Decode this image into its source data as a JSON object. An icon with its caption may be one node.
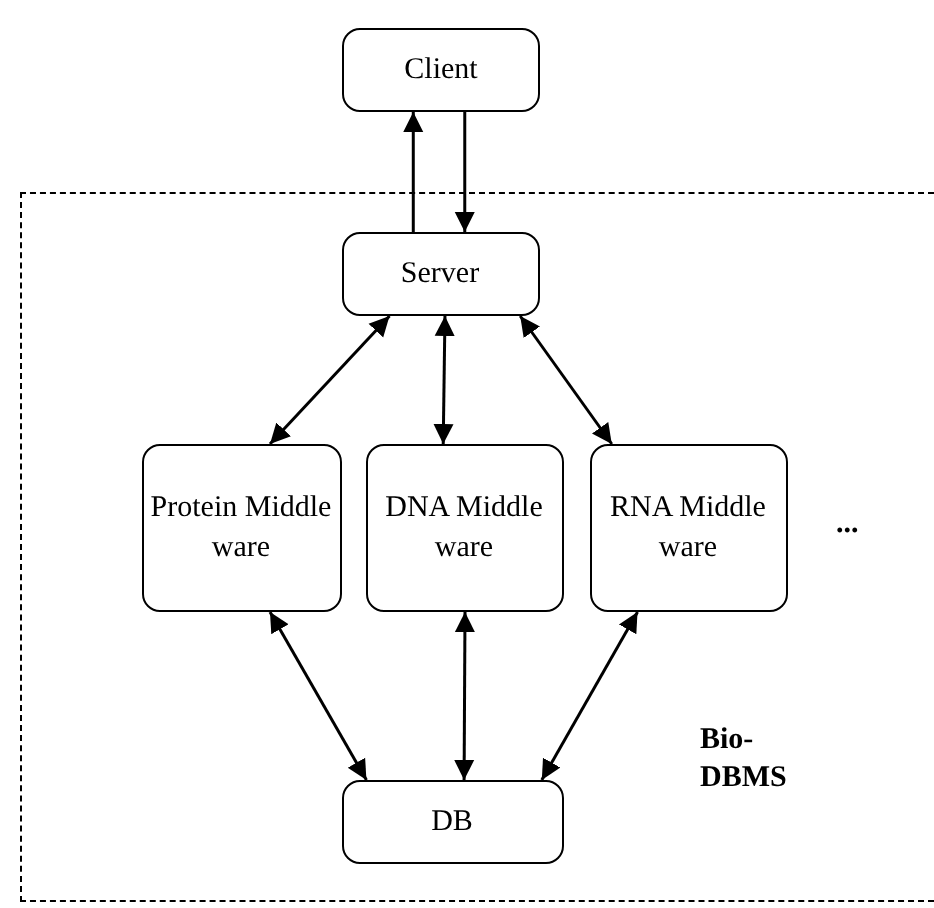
{
  "diagram": {
    "nodes": [
      {
        "text": [
          "Client"
        ]
      },
      {
        "text": [
          "Bio- DBMS"
        ]
      },
      {
        "text": [
          "Server"
        ],
        "in": 1
      },
      {
        "text": [
          "Protein Middle ware"
        ],
        "in": 1
      },
      {
        "text": [
          "DNA Middle ware"
        ],
        "in": 1
      },
      {
        "text": [
          "RNA Middle ware"
        ],
        "in": 1
      },
      {
        "text": [
          "DB"
        ],
        "in": 1
      }
    ],
    "edges": [
      {
        "from": 2,
        "to": 0,
        "arrow": "to"
      },
      {
        "from": 0,
        "to": 2,
        "arrow": "to"
      },
      {
        "from": 2,
        "to": 3,
        "arrow": "both"
      },
      {
        "from": 2,
        "to": 4,
        "arrow": "both"
      },
      {
        "from": 2,
        "to": 5,
        "arrow": "both"
      },
      {
        "from": 3,
        "to": 6,
        "arrow": "both"
      },
      {
        "from": 4,
        "to": 6,
        "arrow": "both"
      },
      {
        "from": 5,
        "to": 6,
        "arrow": "both"
      }
    ],
    "labels": [
      "..."
    ]
  }
}
